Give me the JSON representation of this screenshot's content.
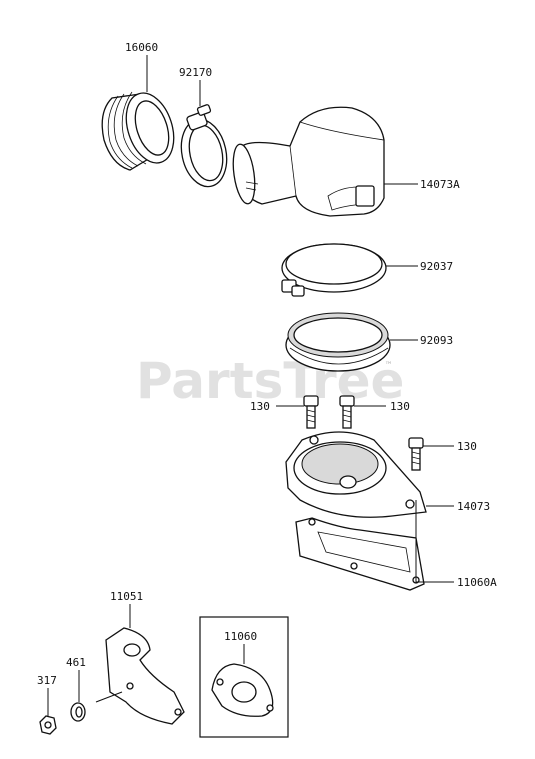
{
  "watermark": {
    "text": "PartsTree",
    "trademark": "™"
  },
  "parts": {
    "p16060": "16060",
    "p92170": "92170",
    "p14073A": "14073A",
    "p92037": "92037",
    "p92093": "92093",
    "p130_left": "130",
    "p130_mid": "130",
    "p130_right": "130",
    "p14073": "14073",
    "p11060A": "11060A",
    "p11051": "11051",
    "p11060": "11060",
    "p461": "461",
    "p317": "317"
  }
}
